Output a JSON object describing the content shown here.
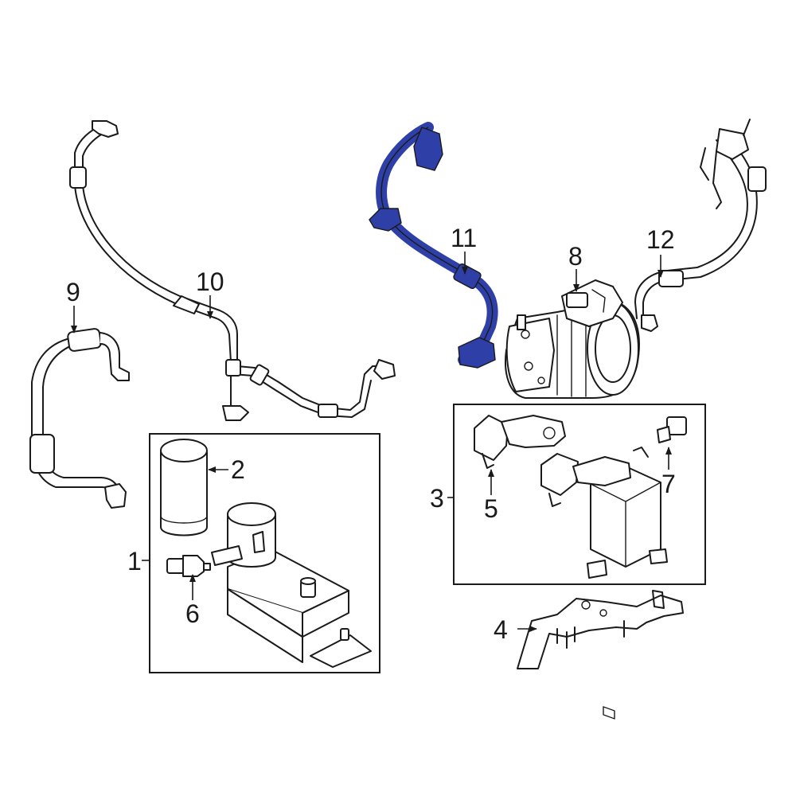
{
  "callouts": {
    "c1": "1",
    "c2": "2",
    "c3": "3",
    "c4": "4",
    "c5": "5",
    "c6": "6",
    "c7": "7",
    "c8": "8",
    "c9": "9",
    "c10": "10",
    "c11": "11",
    "c12": "12"
  },
  "colors": {
    "highlight": "#2e3fa8",
    "line": "#1a1a1a",
    "background": "#ffffff"
  },
  "highlighted_part": "11"
}
